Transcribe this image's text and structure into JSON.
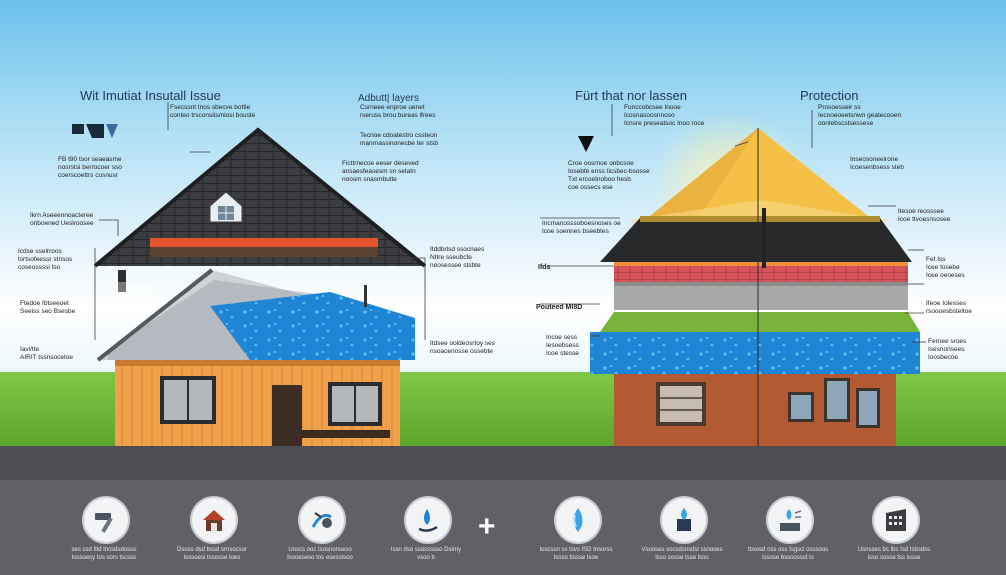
{
  "headings": {
    "left_title": "Wit Imutiat Insutall Issue",
    "left_sub": "Adbutt| layers",
    "right_title": "Fürt that nor lassen",
    "right_sub": "Protection"
  },
  "left_labels": [
    {
      "id": "l1",
      "text": "Fsecssnt tnos sbecve bottle\nconteo trsconsitsmiosi bouste"
    },
    {
      "id": "l2",
      "text": "Csrneee enproe uenet\nrseruss brou bureas lfrees"
    },
    {
      "id": "l3",
      "text": "Tecnoe cdoatestro cssteon\nmanrnassinonecbe ter stsb"
    },
    {
      "id": "l4",
      "text": "Ficttrnecoe eeser deseved\nansaesfeasesm sn setatn\nnoosm snasmbutte"
    },
    {
      "id": "l5",
      "text": "FB  t90   tsor seaeasme\nnosrstsi berrocoer sso\ncoerscoettrs cosnusr"
    },
    {
      "id": "l6",
      "text": "Ikrn  Aseeennoacteree\noriboened Ueslroosee"
    },
    {
      "id": "l7",
      "text": "Icdse  sselrroos\ntsrtsofeessr stnsos\ncoseossssi tso"
    },
    {
      "id": "l8",
      "text": "Ftedoe Ibtseeoet\nSeeiss seo Bsesbe"
    },
    {
      "id": "l9",
      "text": "Iavi/tte\nAIRIT tssnsocetoe"
    },
    {
      "id": "l10",
      "text": "Itddbrlsd ssocnaes\nNItre  sseubcte\nneosessee stsbte"
    },
    {
      "id": "l11",
      "text": "Itdsee ooldeosrtoy ses\nnsoacenosse ossebte"
    }
  ],
  "right_labels": [
    {
      "id": "r1",
      "text": "Funccobcsee Inooe\nIcosnasoosnnoso\nIcnsre preseatsoc Inoo roce"
    },
    {
      "id": "r2",
      "text": "Prosoesseir ss\nIecnoeoeetsnwn geatecooen\noontebscstsessese"
    },
    {
      "id": "r3",
      "text": "Croe oosrnoe onbcsoe\nIosebte enss ticsbec-bsosse\nTxt ercoetnoboo hesb\ncoe ossecs ese"
    },
    {
      "id": "r4",
      "text": "Inseosoneeirone\nIcoesenbsess steb"
    },
    {
      "id": "r5",
      "text": "Incmanosssoboesnoses oe\nIcoe soennes bseebtes"
    },
    {
      "id": "r6",
      "text": "Itesoe reosssee\nIcoe ttvoesnsosee"
    },
    {
      "id": "r7",
      "text": "Ifds"
    },
    {
      "id": "r8",
      "text": "Fet Iss\nIcee tosebe\nIcee oeoeses"
    },
    {
      "id": "r9",
      "text": "Ifeoe Iolesses\nrsoooesbsteltoe"
    },
    {
      "id": "r10",
      "text": "Pouteed MI8D"
    },
    {
      "id": "r11",
      "text": "Incoe sess\nIesoebsess\nIcoe stesse"
    },
    {
      "id": "r12",
      "text": "Fernee sroes\nIsesnonsees\nIoosbecoe"
    }
  ],
  "icons": [
    {
      "name": "hammer-icon",
      "caption": "ses ssd Itid  Incsdsdosos\nlsosoesy  tos sors tscsss"
    },
    {
      "name": "house-icon",
      "caption": "Dsoss dsd bssd srnsocsor\nlsosoesi  tssosse toes"
    },
    {
      "name": "drill-icon",
      "caption": "Uoscs  ooc tsosnonseso\nIsooeseso  tos esesstsoo"
    },
    {
      "name": "water-hand-icon",
      "caption": "Issn dso ssossssso Dsirny\nvsoo  b"
    },
    {
      "name": "water-drop-icon",
      "caption": "Ioscssn  ss tsvs  ISD  Insorss\nlsoso  bssse  tsoe"
    },
    {
      "name": "shield-drop-icon",
      "caption": "Vsooses  socsdsnsdsl ssnoses\nlsso  sosse tsse  lsoo"
    },
    {
      "name": "spray-icon",
      "caption": "Ibsosd  oss oss  Isgscl  osssoos\nlssose  bssoossst ts"
    },
    {
      "name": "building-icon",
      "caption": "Usnsses  bs  Ibs  Isd  Isbsdss\nlsso  sosse tss  lssse"
    }
  ],
  "colors": {
    "roof_dark": "#3b3d40",
    "roof_red": "#e4542c",
    "wall_orange": "#f0a14a",
    "water_blue": "#1f86d6",
    "sun_yellow": "#f4c046",
    "brick": "#b45a33",
    "grass": "#6bb838"
  }
}
